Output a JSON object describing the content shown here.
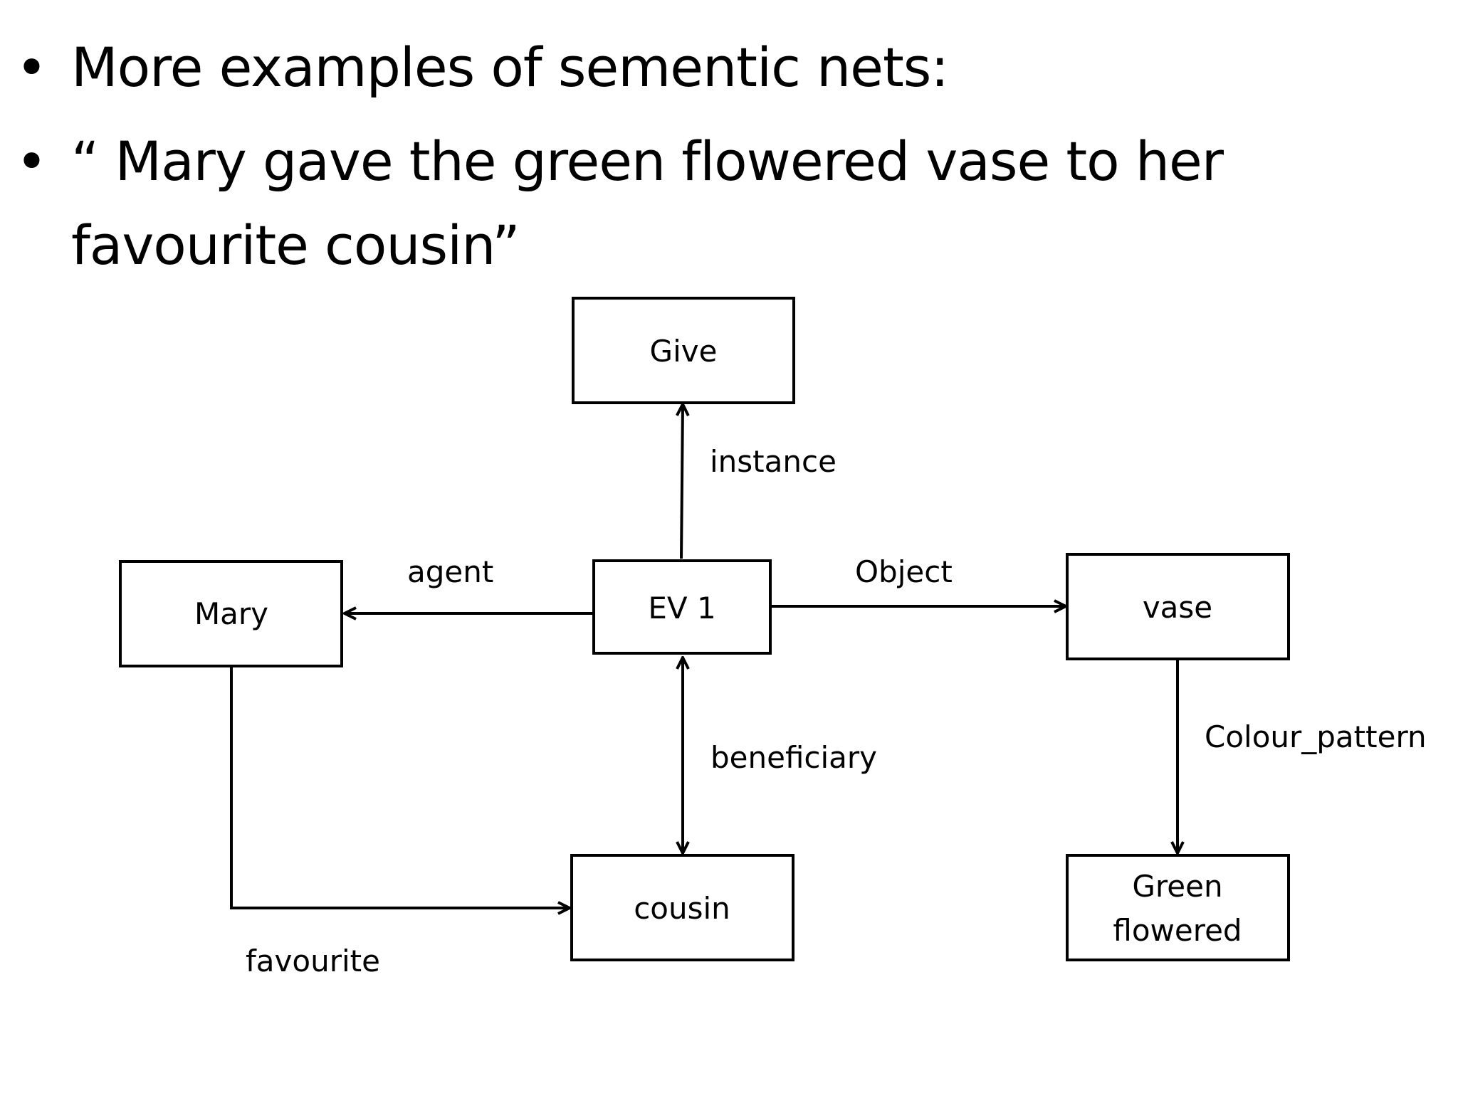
{
  "slide": {
    "bullets": [
      "More examples of sementic nets:",
      "“ Mary gave the green flowered vase to her favourite cousin”"
    ],
    "bullet_glyph": "•"
  },
  "diagram": {
    "nodes": {
      "give": "Give",
      "ev1": "EV 1",
      "mary": "Mary",
      "vase": "vase",
      "cousin": "cousin",
      "green_line1": "Green",
      "green_line2": "flowered"
    },
    "edges": {
      "instance": "instance",
      "agent": "agent",
      "object": "Object",
      "beneficiary": "beneficiary",
      "colour_pattern": "Colour_pattern",
      "favourite": "favourite"
    }
  }
}
